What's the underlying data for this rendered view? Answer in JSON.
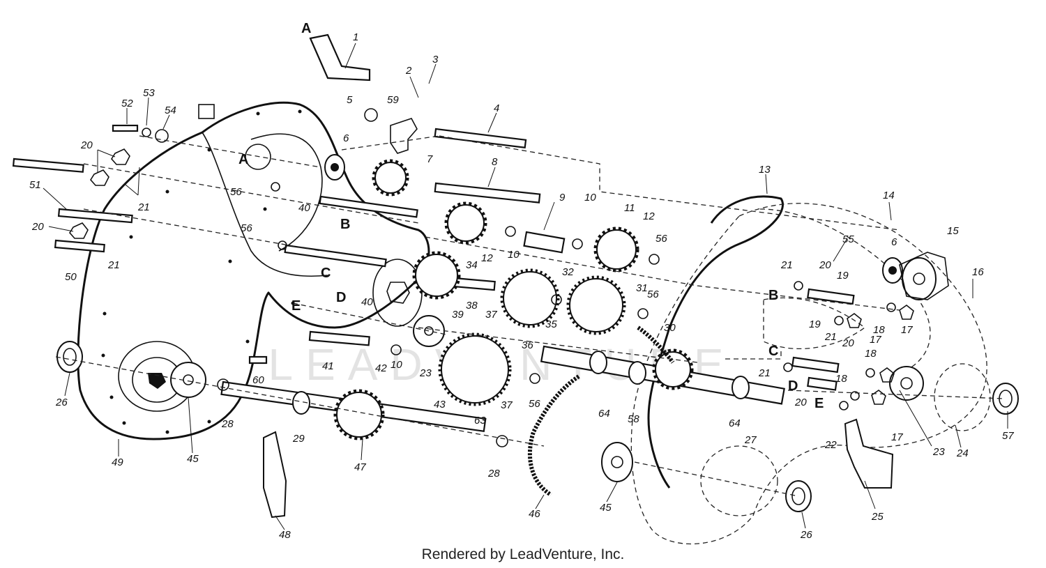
{
  "footer": {
    "text": "Rendered by LeadVenture, Inc."
  },
  "watermark": {
    "text": "LEADVENTURE"
  },
  "section_letters": [
    "A",
    "B",
    "C",
    "D",
    "E"
  ],
  "callouts": [
    "1",
    "2",
    "3",
    "4",
    "5",
    "6",
    "7",
    "8",
    "9",
    "10",
    "11",
    "12",
    "13",
    "14",
    "15",
    "16",
    "17",
    "18",
    "19",
    "20",
    "21",
    "22",
    "23",
    "24",
    "25",
    "26",
    "27",
    "28",
    "29",
    "30",
    "31",
    "32",
    "34",
    "35",
    "36",
    "37",
    "38",
    "39",
    "40",
    "41",
    "42",
    "43",
    "45",
    "46",
    "47",
    "48",
    "49",
    "50",
    "51",
    "52",
    "53",
    "54",
    "55",
    "56",
    "57",
    "58",
    "59",
    "60",
    "63",
    "64"
  ],
  "colors": {
    "ink": "#111111",
    "paper": "#ffffff",
    "watermark": "#d8d8d8"
  }
}
